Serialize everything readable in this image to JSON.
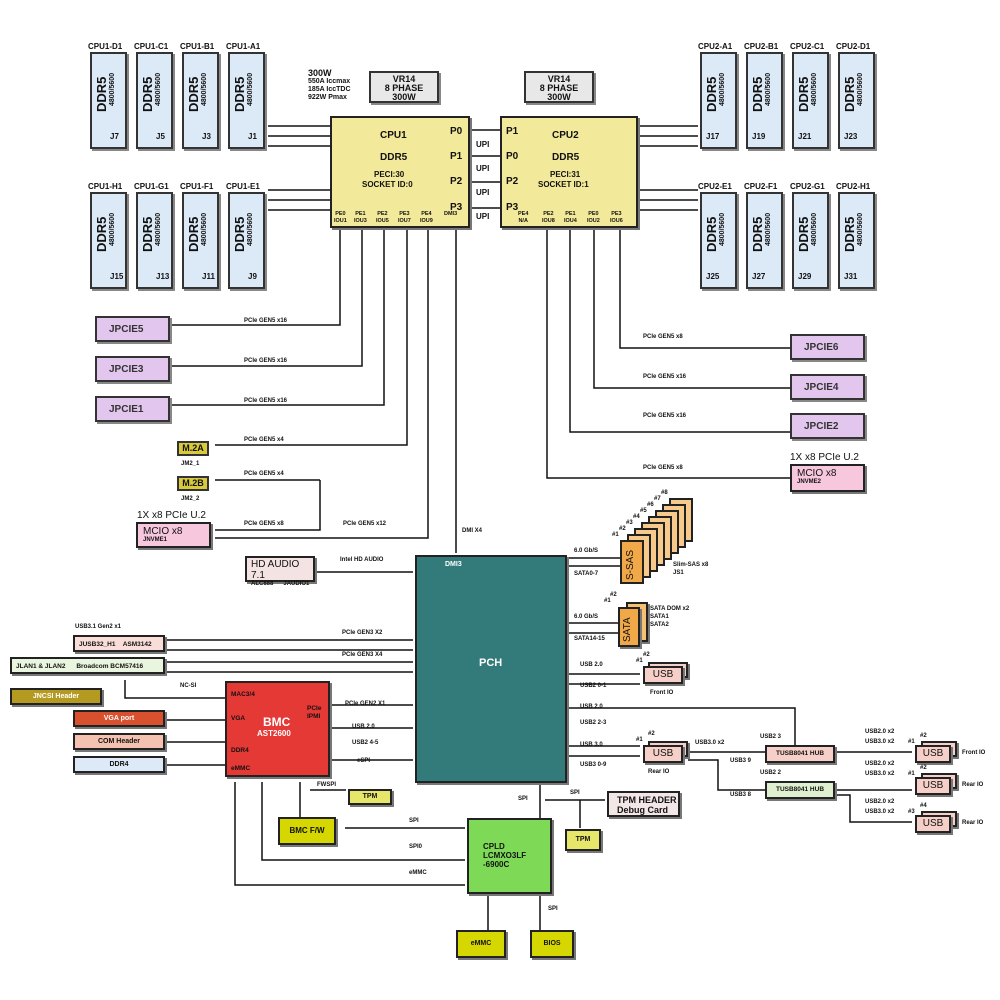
{
  "cpu1": {
    "title": "CPU1",
    "mem": "DDR5",
    "peci": "PECI:30",
    "socket": "SOCKET ID:0",
    "ports": [
      "P0",
      "P1",
      "P2",
      "P3"
    ],
    "pe": [
      [
        "PE0",
        "IOU1"
      ],
      [
        "PE1",
        "IOU3"
      ],
      [
        "PE2",
        "IOU5"
      ],
      [
        "PE3",
        "IOU7"
      ],
      [
        "PE4",
        "IOU9"
      ],
      [
        "",
        "DMI3"
      ]
    ],
    "power": [
      "300W",
      "550A Iccmax",
      "185A IccTDC",
      "922W Pmax"
    ]
  },
  "cpu2": {
    "title": "CPU2",
    "mem": "DDR5",
    "peci": "PECI:31",
    "socket": "SOCKET ID:1",
    "ports": [
      "P1",
      "P0",
      "P2",
      "P3"
    ],
    "pe": [
      [
        "PE4",
        "N/A"
      ],
      [
        "PE2",
        "IOU8"
      ],
      [
        "PE1",
        "IOU4"
      ],
      [
        "PE0",
        "IOU2"
      ],
      [
        "PE3",
        "IOU6"
      ]
    ]
  },
  "vr": [
    {
      "l1": "VR14",
      "l2": "8 PHASE",
      "l3": "300W"
    },
    {
      "l1": "VR14",
      "l2": "8 PHASE",
      "l3": "300W"
    }
  ],
  "upi": [
    "UPI",
    "UPI",
    "UPI",
    "UPI"
  ],
  "dimm_type": "DDR5",
  "dimm_speed": "4800/5600",
  "dimms_cpu1_top": [
    {
      "name": "CPU1-D1",
      "j": "J7"
    },
    {
      "name": "CPU1-C1",
      "j": "J5"
    },
    {
      "name": "CPU1-B1",
      "j": "J3"
    },
    {
      "name": "CPU1-A1",
      "j": "J1"
    }
  ],
  "dimms_cpu1_bottom": [
    {
      "name": "CPU1-H1",
      "j": "J15"
    },
    {
      "name": "CPU1-G1",
      "j": "J13"
    },
    {
      "name": "CPU1-F1",
      "j": "J11"
    },
    {
      "name": "CPU1-E1",
      "j": "J9"
    }
  ],
  "dimms_cpu2_top": [
    {
      "name": "CPU2-A1",
      "j": "J17"
    },
    {
      "name": "CPU2-B1",
      "j": "J19"
    },
    {
      "name": "CPU2-C1",
      "j": "J21"
    },
    {
      "name": "CPU2-D1",
      "j": "J23"
    }
  ],
  "dimms_cpu2_bottom": [
    {
      "name": "CPU2-E1",
      "j": "J25"
    },
    {
      "name": "CPU2-F1",
      "j": "J27"
    },
    {
      "name": "CPU2-G1",
      "j": "J29"
    },
    {
      "name": "CPU2-H1",
      "j": "J31"
    }
  ],
  "left_slots": [
    {
      "name": "JPCIE5",
      "link": "PCIe GEN5 x16"
    },
    {
      "name": "JPCIE3",
      "link": "PCIe GEN5 x16"
    },
    {
      "name": "JPCIE1",
      "link": "PCIe GEN5 x16"
    }
  ],
  "right_slots": [
    {
      "name": "JPCIE6",
      "link": "PCIe GEN5 x8"
    },
    {
      "name": "JPCIE4",
      "link": "PCIe GEN5 x16"
    },
    {
      "name": "JPCIE2",
      "link": "PCIe GEN5 x16"
    }
  ],
  "m2": [
    {
      "name": "M.2A",
      "sub": "JM2_1",
      "link": "PCIe GEN5 x4"
    },
    {
      "name": "M.2B",
      "sub": "JM2_2",
      "link": "PCIe GEN5 x4"
    }
  ],
  "mcio1": {
    "heading": "1X x8 PCIe U.2",
    "name": "MCIO x8",
    "sub": "JNVME1",
    "link": "PCIe GEN5 x8",
    "link2": "PCIe GEN5 x12"
  },
  "mcio2": {
    "heading": "1X x8 PCIe U.2",
    "name": "MCIO x8",
    "sub": "JNVME2",
    "link": "PCIe GEN5 x8"
  },
  "dmi": {
    "link": "DMI X4",
    "port": "DMI3"
  },
  "pch": {
    "title": "PCH"
  },
  "audio": {
    "title": "HD AUDIO 7.1",
    "codec": "ALC888",
    "conn": "JAUDIO1",
    "link": "Intel HD AUDIO"
  },
  "sas": {
    "rate": "6.0 Gb/S",
    "link": "SATA0-7",
    "label": "S-SAS",
    "desc1": "Slim-SAS x8",
    "desc2": "JS1",
    "nums": [
      "#1",
      "#2",
      "#3",
      "#4",
      "#5",
      "#6",
      "#7",
      "#8"
    ]
  },
  "sata": {
    "rate": "6.0 Gb/S",
    "link": "SATA14-15",
    "label": "SATA",
    "desc1": "SATA DOM x2",
    "desc2": "SATA1",
    "desc3": "SATA2",
    "nums": [
      "#1",
      "#2"
    ]
  },
  "usb_front": {
    "l1": "USB 2.0",
    "l2": "USB2 0-1",
    "label": "USB",
    "io": "Front IO",
    "nums": [
      "#1",
      "#2"
    ]
  },
  "usb_hub_link": {
    "l1": "USB 2.0",
    "l2": "USB2 2-3",
    "l3": "USB 3.0",
    "l4": "USB3 0-9"
  },
  "usb_rear": {
    "label": "USB",
    "io": "Rear IO",
    "nums": [
      "#1",
      "#2"
    ],
    "link": "USB3.0 x2"
  },
  "hubs": [
    {
      "name": "TUSB8041 HUB",
      "in1": "USB2 3",
      "in2": "USB3 9"
    },
    {
      "name": "TUSB8041 HUB",
      "in1": "USB2 2",
      "in2": "USB3 8"
    }
  ],
  "hub_ports": [
    {
      "l1": "USB2.0 x2",
      "l2": "USB3.0 x2",
      "label": "USB",
      "io": "Front IO",
      "nums": [
        "#1",
        "#2"
      ]
    },
    {
      "l1": "USB2.0 x2",
      "l2": "USB3.0 x2",
      "label": "USB",
      "io": "Rear IO",
      "nums": [
        "#1",
        "#2"
      ]
    },
    {
      "l1": "USB2.0 x2",
      "l2": "USB3.0 x2",
      "label": "USB",
      "io": "Rear IO",
      "nums": [
        "#3",
        "#4"
      ]
    }
  ],
  "left_io": {
    "usb32_heading": "USB3.1 Gen2 x1",
    "usb32_name": "JUSB32_H1",
    "usb32_chip": "ASM3142",
    "usb32_link": "PCIe GEN3 X2",
    "lan_name": "JLAN1 & JLAN2",
    "lan_chip": "Broadcom BCM57416",
    "lan_link": "PCIe GEN3 X4",
    "ncsi_header": "JNCSI Header",
    "ncsi_link": "NC-SI",
    "vga": "VGA port",
    "com": "COM Header",
    "ddr4": "DDR4"
  },
  "bmc": {
    "title": "BMC",
    "chip": "AST2600",
    "p_mac": "MAC3/4",
    "p_vga": "VGA",
    "p_ddr": "DDR4",
    "p_emmc": "eMMC",
    "p_pcie": "PCIe",
    "p_ipmi": "IPMI",
    "links": [
      "PCIe GEN2 X1",
      "USB 2.0",
      "USB2 4-5",
      "eSPI"
    ],
    "fwspi": "FWSPI"
  },
  "tpm1": "TPM",
  "bmcfw": "BMC F/W",
  "cpld": {
    "l1": "CPLD",
    "l2": "LCMXO3LF",
    "l3": "-6900C",
    "spi": "SPI",
    "spi0": "SPI0",
    "emmc": "eMMC"
  },
  "tpm_header": {
    "l1": "TPM HEADER",
    "l2": "Debug Card",
    "spi": "SPI"
  },
  "tpm2": "TPM",
  "pch_spi": "SPI",
  "emmc": "eMMC",
  "bios": "BIOS",
  "bios_spi": "SPI",
  "colors": {
    "dimm": "#dce9f7",
    "cpu": "#f3e99a",
    "pch": "#337a7a",
    "bmc": "#e53935",
    "cpld": "#7ed957",
    "pcie": "#e2c6ee",
    "mcio": "#f6c7dd",
    "m2": "#d9c93c"
  }
}
